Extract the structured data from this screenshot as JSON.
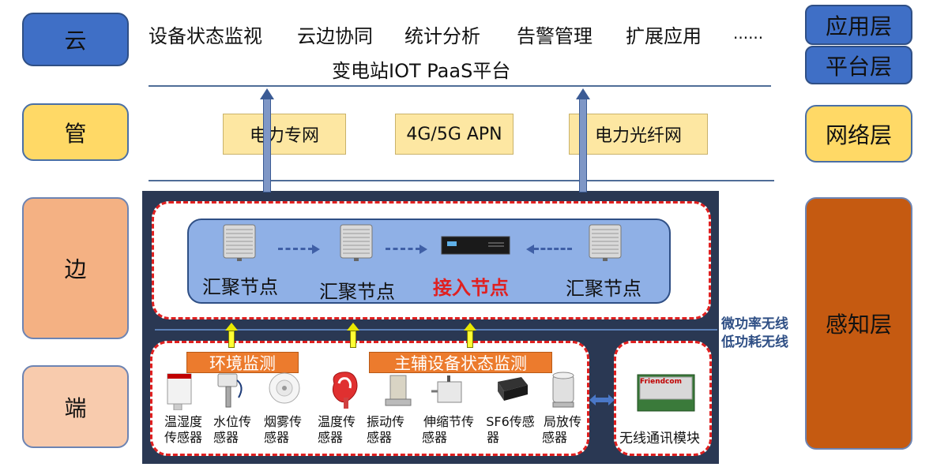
{
  "left_layers": {
    "cloud": "云",
    "pipe": "管",
    "edge": "边",
    "end": "端"
  },
  "right_layers": {
    "app": "应用层",
    "platform": "平台层",
    "network": "网络层",
    "perception": "感知层"
  },
  "top": {
    "items": [
      "设备状态监视",
      "云边协同",
      "统计分析",
      "告警管理",
      "扩展应用",
      "......"
    ],
    "platform_title": "变电站IOT PaaS平台"
  },
  "network": {
    "boxes": [
      "电力专网",
      "4G/5G APN",
      "电力光纤网"
    ]
  },
  "edge": {
    "nodes": [
      "汇聚节点",
      "汇聚节点",
      "接入节点",
      "汇聚节点"
    ],
    "wireless_labels": [
      "微功率无线",
      "低功耗无线"
    ]
  },
  "end": {
    "banner_env": "环境监测",
    "banner_main": "主辅设备状态监测",
    "sensors": [
      {
        "l1": "温湿度",
        "l2": "传感器"
      },
      {
        "l1": "水位传",
        "l2": "感器"
      },
      {
        "l1": "烟雾传",
        "l2": "感器"
      },
      {
        "l1": "温度传",
        "l2": "感器"
      },
      {
        "l1": "振动传",
        "l2": "感器"
      },
      {
        "l1": "伸缩节传",
        "l2": "感器"
      },
      {
        "l1": "SF6传感",
        "l2": "器"
      },
      {
        "l1": "局放传",
        "l2": "感器"
      }
    ],
    "wireless_module_label": "无线通讯模块",
    "module_brand": "Friendcom"
  },
  "colors": {
    "cloud": "#3f6fc6",
    "pipe": "#ffd966",
    "edge": "#f4b183",
    "end": "#f8cbad",
    "perception": "#c55a11",
    "panel": "#2a3853",
    "accent_red": "#e02020"
  }
}
